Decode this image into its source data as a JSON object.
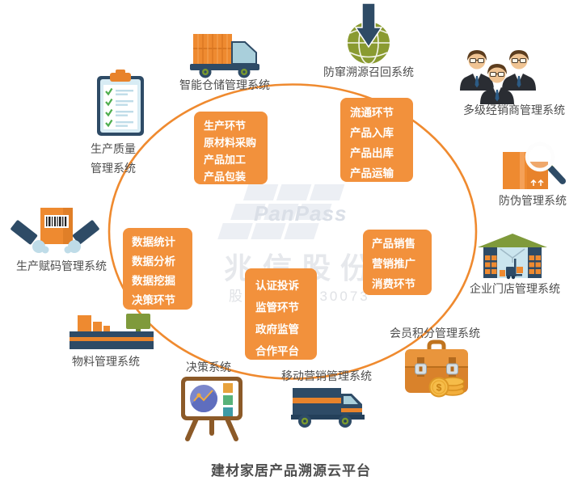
{
  "title": "建材家居产品溯源云平台",
  "watermark": {
    "logo_text": "PanPass",
    "company": "兆信股份",
    "stock": "股票代码：430073"
  },
  "colors": {
    "accent_orange": "#F2913C",
    "ellipse_stroke": "#EF8A2F",
    "label_gray": "#4E4E4E",
    "navy": "#2E4B66",
    "light_blue": "#BFDCE8",
    "olive_green": "#8A9B31",
    "brown": "#8C5A28",
    "gold": "#F2AE3C",
    "watermark_gray": "#E6E8EC"
  },
  "process_boxes": [
    {
      "id": "production",
      "lines": [
        "生产环节",
        "原材料采购",
        "产品加工",
        "产品包装"
      ]
    },
    {
      "id": "circulation",
      "lines": [
        "流通环节",
        "产品入库",
        "产品出库",
        "产品运输"
      ]
    },
    {
      "id": "data",
      "lines": [
        "数据统计",
        "数据分析",
        "数据挖掘",
        "决策环节"
      ]
    },
    {
      "id": "supervision",
      "lines": [
        "认证投诉",
        "监管环节",
        "政府监管",
        "合作平台"
      ]
    },
    {
      "id": "sales",
      "lines": [
        "产品销售",
        "营销推广",
        "消费环节"
      ]
    }
  ],
  "systems": [
    {
      "id": "quality",
      "label": "生产质量管理系统",
      "label_line1": "生产质量",
      "label_line2": "管理系统",
      "icon": "clipboard-checklist-icon"
    },
    {
      "id": "warehouse",
      "label": "智能仓储管理系统",
      "icon": "cargo-truck-icon"
    },
    {
      "id": "recall",
      "label": "防窜溯源召回系统",
      "icon": "globe-arrow-icon"
    },
    {
      "id": "dealer",
      "label": "多级经销商管理系统",
      "icon": "businessmen-group-icon"
    },
    {
      "id": "anticounterfeit",
      "label": "防伪管理系统",
      "icon": "magnifier-box-icon"
    },
    {
      "id": "store",
      "label": "企业门店管理系统",
      "icon": "storefront-warehouse-icon"
    },
    {
      "id": "member",
      "label": "会员积分管理系统",
      "icon": "briefcase-coins-icon"
    },
    {
      "id": "mobile",
      "label": "移动营销管理系统",
      "icon": "delivery-truck-icon"
    },
    {
      "id": "decision",
      "label": "决策系统",
      "icon": "chart-easel-icon"
    },
    {
      "id": "material",
      "label": "物料管理系统",
      "icon": "conveyor-belt-icon"
    },
    {
      "id": "coding",
      "label": "生产赋码管理系统",
      "icon": "barcode-box-hands-icon"
    }
  ],
  "icons": {
    "coin_symbol": "$"
  }
}
